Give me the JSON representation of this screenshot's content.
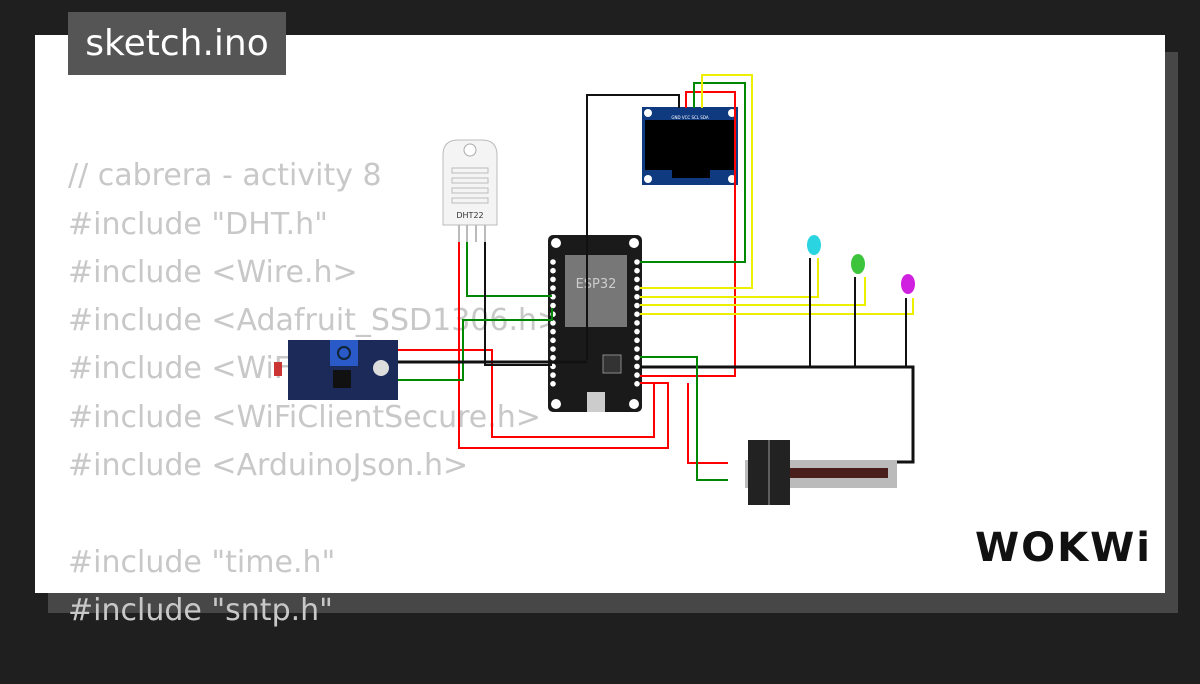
{
  "file_tab": {
    "title": "sketch.ino"
  },
  "code": {
    "lines": [
      "// cabrera - activity 8",
      "#include \"DHT.h\"",
      "#include <Wire.h>",
      "#include <Adafruit_SSD1306.h>",
      "#include <WiFi.h>",
      "#include <WiFiClientSecure.h>",
      "#include <ArduinoJson.h>",
      "",
      "#include \"time.h\"",
      "#include \"sntp.h\""
    ]
  },
  "circuit": {
    "esp32_label": "ESP32",
    "dht_label": "DHT22",
    "oled_pins": "GND VCC SCL SDA",
    "led_colors": [
      "#2ad4e0",
      "#3cc43c",
      "#d020e0"
    ],
    "wire_colors": {
      "red": "#ff0000",
      "black": "#111111",
      "green": "#008800",
      "yellow": "#ffff00"
    }
  },
  "brand": {
    "logo": "WOKWi"
  }
}
